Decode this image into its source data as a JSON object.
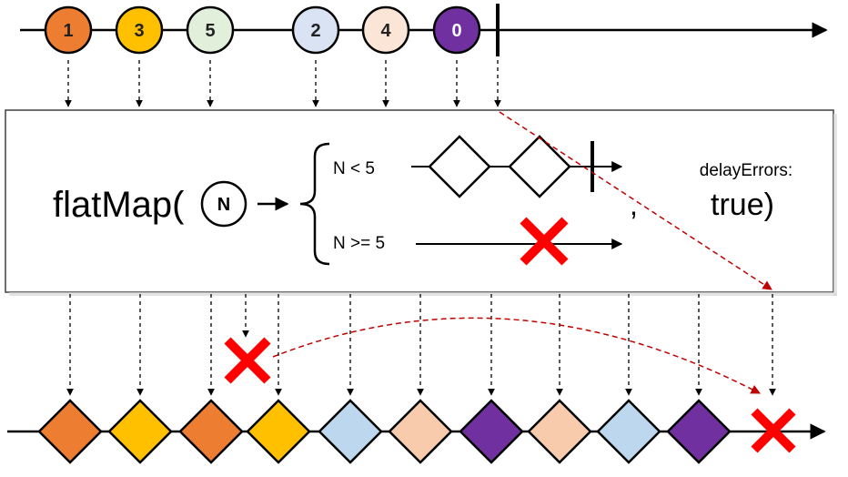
{
  "source_marbles": [
    {
      "label": "1",
      "fill": "#ED7D31"
    },
    {
      "label": "3",
      "fill": "#FFC000"
    },
    {
      "label": "5",
      "fill": "#E2EFDA"
    },
    {
      "label": "2",
      "fill": "#DAE3F3"
    },
    {
      "label": "4",
      "fill": "#FBE5D6"
    },
    {
      "label": "0",
      "fill": "#7030A0",
      "text_color": "#FFFFFF"
    }
  ],
  "operator": {
    "name": "flatMap(",
    "param": "N",
    "branch_lt": "N < 5",
    "branch_ge": "N >= 5",
    "comma": ",",
    "option_label": "delayErrors:",
    "option_value": "true)"
  },
  "output_items": [
    {
      "fill": "#ED7D31"
    },
    {
      "fill": "#FFC000"
    },
    {
      "fill": "#ED7D31"
    },
    {
      "fill": "#FFC000"
    },
    {
      "fill": "#BDD7EE"
    },
    {
      "fill": "#F8CBAD"
    },
    {
      "fill": "#7030A0"
    },
    {
      "fill": "#F8CBAD"
    },
    {
      "fill": "#BDD7EE"
    },
    {
      "fill": "#7030A0"
    }
  ],
  "colors": {
    "error": "#FF0000",
    "error_arrow": "#C00000",
    "line": "#000000"
  }
}
